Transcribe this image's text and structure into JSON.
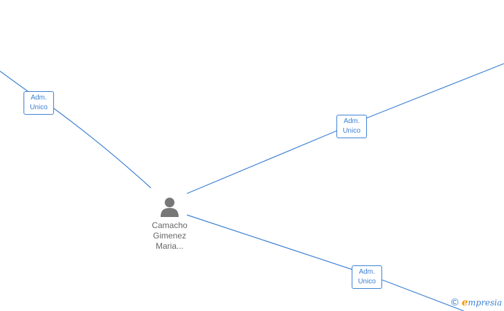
{
  "person": {
    "name_lines": [
      "Camacho",
      "Gimenez",
      "Maria..."
    ],
    "icon": "person-icon"
  },
  "roles": [
    {
      "line1": "Adm.",
      "line2": "Unico"
    },
    {
      "line1": "Adm.",
      "line2": "Unico"
    },
    {
      "line1": "Adm.",
      "line2": "Unico"
    }
  ],
  "watermark": {
    "symbol": "©",
    "brand_initial": "e",
    "brand_rest": "mpresia"
  },
  "colors": {
    "edge": "#3b7fd4",
    "person": "#777777",
    "brand_accent": "#f29400"
  }
}
